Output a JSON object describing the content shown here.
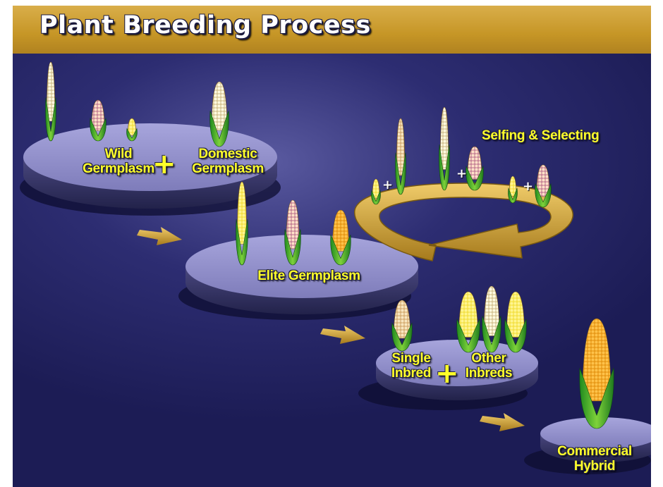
{
  "title": "Plant Breeding Process",
  "labels": {
    "wild": "Wild\nGermplasm",
    "domestic": "Domestic\nGermplasm",
    "plus": "+",
    "elite": "Elite Germplasm",
    "selfing": "Selfing & Selecting",
    "single": "Single\nInbred",
    "other": "Other\nInbreds",
    "commercial": "Commercial\nHybrid"
  },
  "colors": {
    "title_bar": "#c69626",
    "background": "#1c1c55",
    "platform": "#8a88c4",
    "label": "#ffff2a",
    "arrow": "#d4a93a"
  },
  "icons": [
    "corn-ear-icon",
    "right-arrow-icon",
    "cycle-arrow-icon"
  ]
}
